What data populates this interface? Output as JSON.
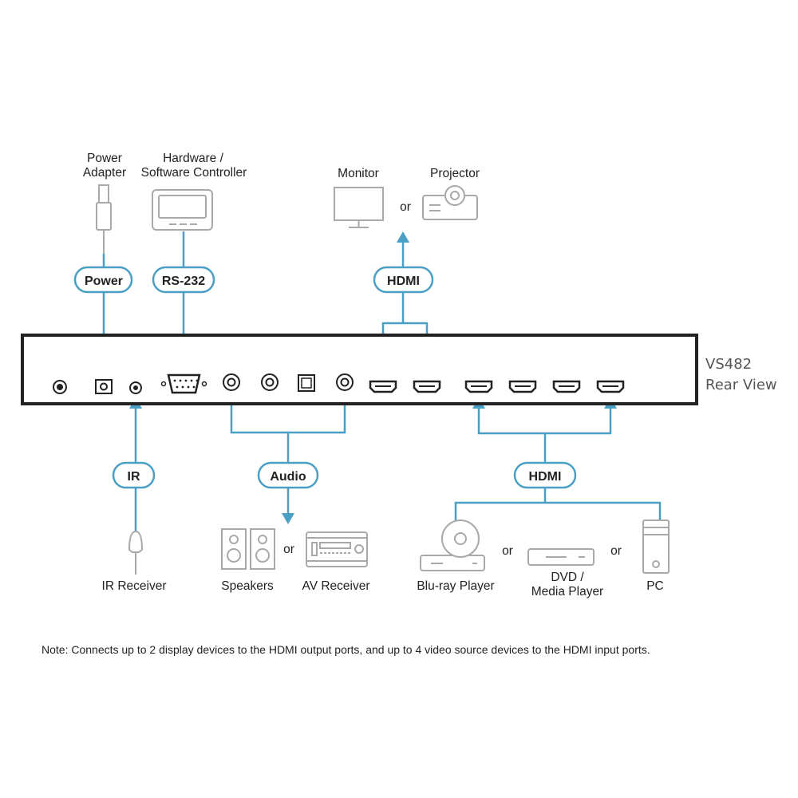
{
  "unit": {
    "model": "VS482",
    "view": "Rear View"
  },
  "connections": {
    "power": "Power",
    "rs232": "RS-232",
    "hdmi_out": "HDMI",
    "ir": "IR",
    "audio": "Audio",
    "hdmi_in": "HDMI"
  },
  "devices": {
    "power_adapter": [
      "Power",
      "Adapter"
    ],
    "controller": [
      "Hardware /",
      "Software Controller"
    ],
    "monitor": "Monitor",
    "projector": "Projector",
    "ir_receiver": "IR Receiver",
    "speakers": "Speakers",
    "av_receiver": "AV Receiver",
    "bluray": "Blu-ray Player",
    "dvd": [
      "DVD /",
      "Media Player"
    ],
    "pc": "PC"
  },
  "or_word": "or",
  "note": "Note: Connects up to 2 display devices to the HDMI output ports, and up to 4 video source devices to the HDMI input ports."
}
